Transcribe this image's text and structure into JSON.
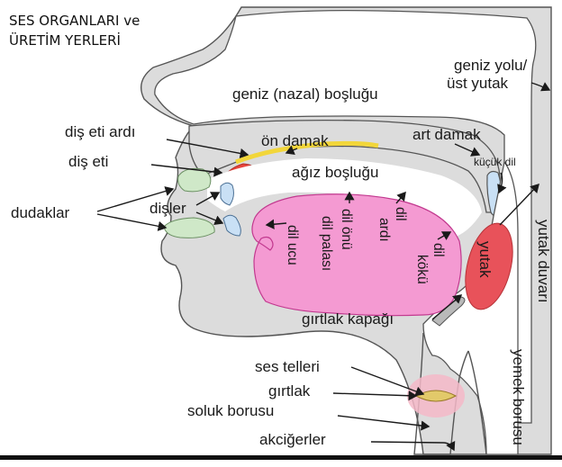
{
  "title": {
    "line1": "SES ORGANLARI ve",
    "line2": "ÜRETİM YERLERİ"
  },
  "labels": {
    "geniz_yolu": "geniz yolu/",
    "ust_yutak": "üst yutak",
    "geniz_bosluk": "geniz (nazal) boşluğu",
    "dis_eti_ardi": "diş eti ardı",
    "on_damak": "ön damak",
    "art_damak": "art damak",
    "dis_eti": "diş eti",
    "agiz_boslugu": "ağız boşluğu",
    "kucuk_dil": "küçük dil",
    "dudaklar": "dudaklar",
    "disler": "dişler",
    "dil_ucu": "dil ucu",
    "dil_onu": "dil önü",
    "dil_palasi": "dil palası",
    "dil_ardi_1": "dil",
    "dil_ardi_2": "ardı",
    "dil_koku_1": "dil",
    "dil_koku_2": "kökü",
    "yutak": "yutak",
    "yutak_duvari": "yutak duvarı",
    "girtlak_kapagi": "gırtlak kapağı",
    "yemek_borusu": "yemek borusu",
    "ses_telleri": "ses telleri",
    "girtlak": "gırtlak",
    "soluk_borusu": "soluk borusu",
    "akcigerler": "akciğerler"
  },
  "colors": {
    "tissue": "#d8d8d8",
    "outline": "#555555",
    "tongue": "#f49ad2",
    "tongue_edge": "#c2398f",
    "pharynx": "#e8525a",
    "lips_gum": "#cfe8c8",
    "teeth": "#c9e0f5",
    "hard_palate": "#f2d63a",
    "alveolar": "#e8453c",
    "vocal": "#f4b8c8"
  }
}
